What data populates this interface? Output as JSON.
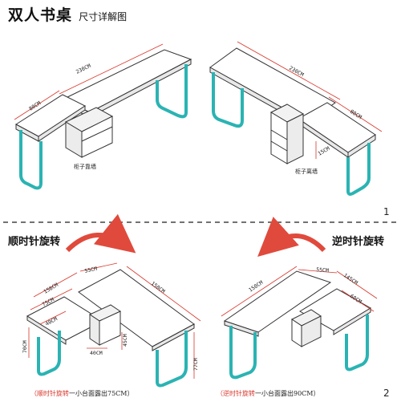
{
  "title": "双人书桌",
  "subtitle": "尺寸详解图",
  "panel1": {
    "left": {
      "dim_long": "230CM",
      "dim_short": "80CM",
      "label": "柜子靠墙"
    },
    "right": {
      "dim_long": "230CM",
      "dim_short": "80CM",
      "dim_gap": "15CM",
      "label": "柜子离墙"
    },
    "page_number": "1"
  },
  "panel2": {
    "left": {
      "rotation_label": "顺时针旋转",
      "dim_158": "158CM",
      "dim_55": "55CM",
      "dim_150": "150CM",
      "dim_75": "75CM",
      "dim_40w": "40CM",
      "dim_40d": "40CM",
      "dim_45": "45CM",
      "dim_70": "70CM",
      "dim_77": "77CM",
      "caption_red": "（顺时针旋转",
      "caption_rest": "一小台面露出75CM）"
    },
    "right": {
      "rotation_label": "逆时针旋转",
      "dim_150": "150CM",
      "dim_55": "55CM",
      "dim_145": "145CM",
      "dim_60": "60CM",
      "caption_red": "（逆时针旋转",
      "caption_rest": "一小台面露出90CM）"
    },
    "page_number": "2"
  },
  "colors": {
    "leg": "#2bb3b3",
    "dim_line": "#d9362b",
    "arrow": "#e04a3c",
    "divider": "#444444"
  }
}
